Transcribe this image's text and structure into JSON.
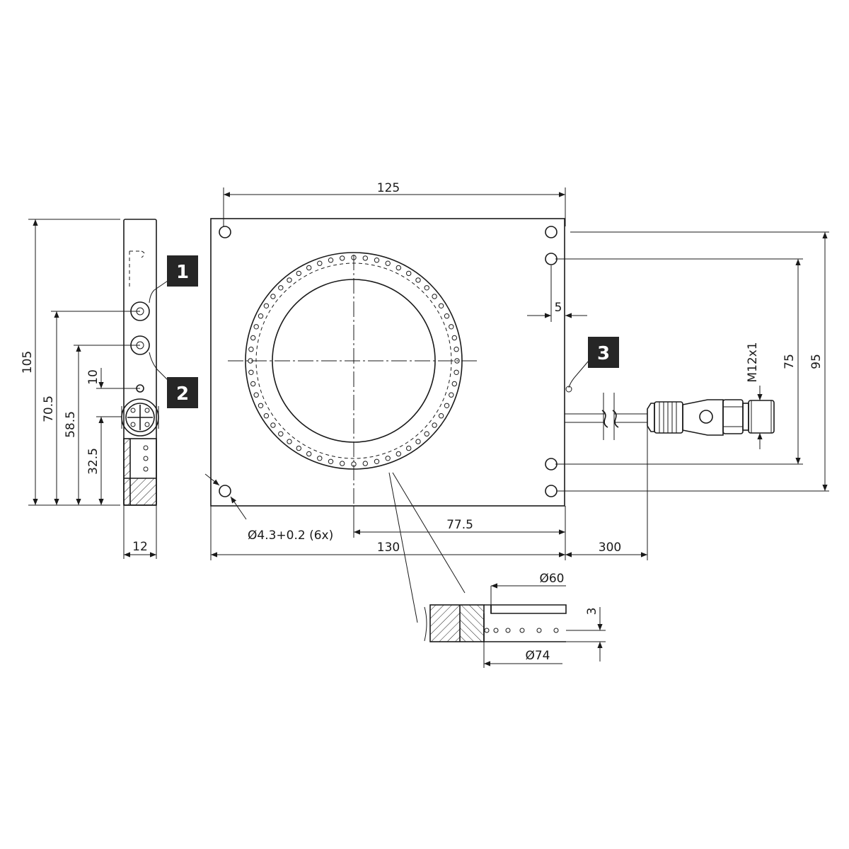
{
  "callouts": {
    "one": "1",
    "two": "2",
    "three": "3"
  },
  "dimensions": {
    "width_top": "125",
    "height_left": "105",
    "height_70_5": "70.5",
    "height_58_5": "58.5",
    "height_32_5": "32.5",
    "offset_10": "10",
    "thickness": "12",
    "hole_spec": "Ø4.3+0.2 (6x)",
    "offset_77_5": "77.5",
    "width_bottom": "130",
    "cable_length": "300",
    "offset_5": "5",
    "connector": "M12x1",
    "height_75": "75",
    "height_95": "95",
    "diameter_inner": "Ø60",
    "depth_3": "3",
    "diameter_outer": "Ø74"
  },
  "colors": {
    "line": "#1a1a1a",
    "badge": "#262626",
    "badge_text": "#ffffff"
  }
}
